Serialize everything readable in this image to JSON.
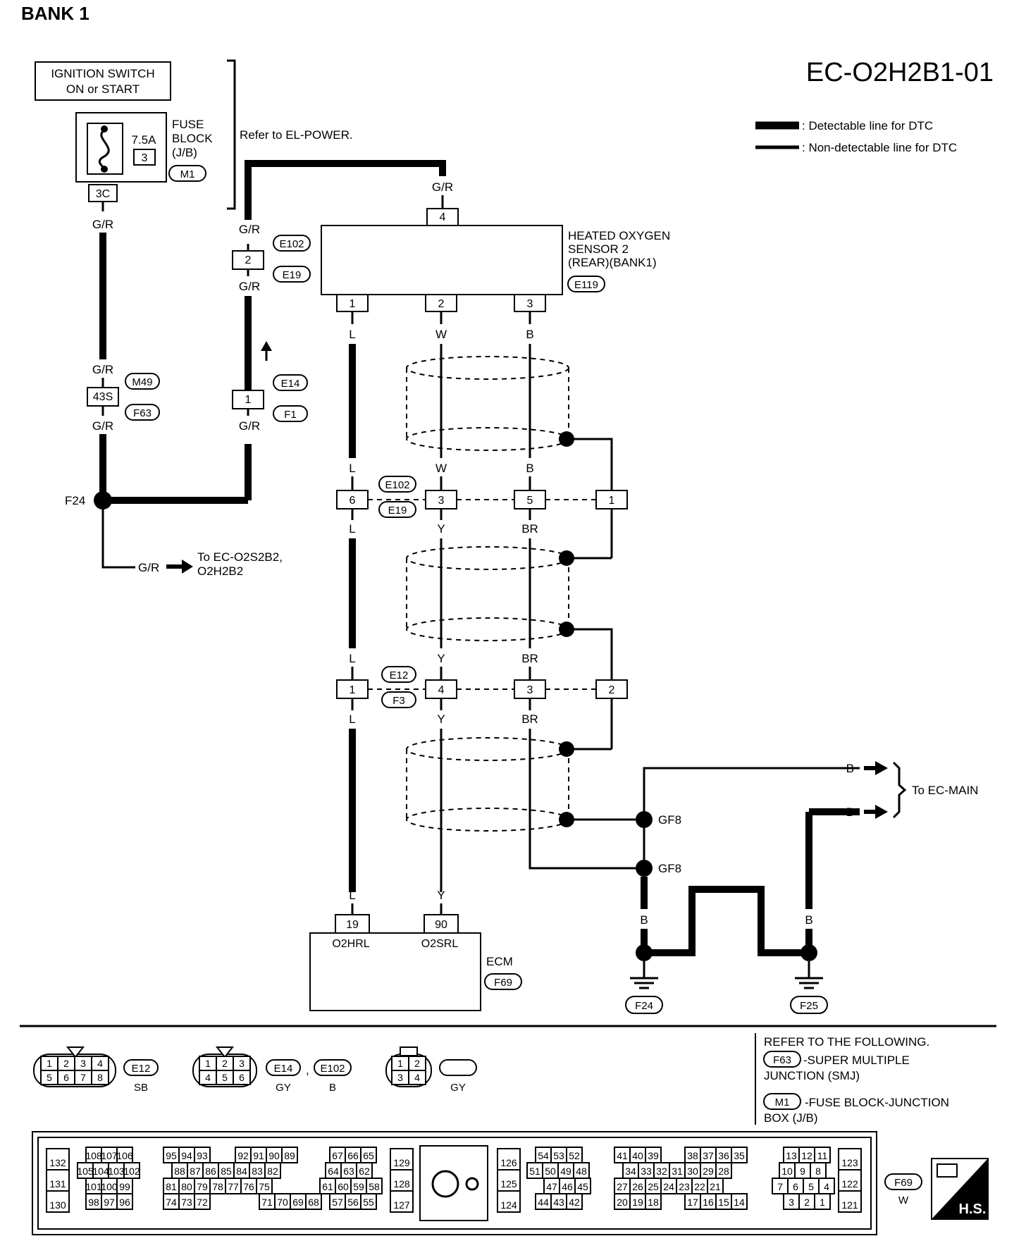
{
  "header": {
    "bank": "BANK 1",
    "code": "EC-O2H2B1-01"
  },
  "legend": {
    "detectable": ": Detectable line for DTC",
    "non_detectable": ": Non-detectable line for DTC"
  },
  "power": {
    "ign_line1": "IGNITION SWITCH",
    "ign_line2": "ON or START",
    "fuse_amp": "7.5A",
    "fuse_num": "3",
    "fuse_block_1": "FUSE",
    "fuse_block_2": "BLOCK",
    "fuse_block_3": "(J/B)",
    "fuse_conn": "M1",
    "terminal": "3C",
    "refer": "Refer to EL-POWER."
  },
  "wires": {
    "gr": "G/R",
    "l": "L",
    "w": "W",
    "b": "B",
    "y": "Y",
    "br": "BR"
  },
  "sensor": {
    "line1": "HEATED OXYGEN",
    "line2": "SENSOR 2",
    "line3": "(REAR)(BANK1)",
    "conn": "E119",
    "top_pin": "4",
    "pin1": "1",
    "pin2": "2",
    "pin3": "3"
  },
  "connectors": {
    "e102": "E102",
    "e19": "E19",
    "e14": "E14",
    "f1": "F1",
    "m49": "M49",
    "f63": "F63",
    "e12": "E12",
    "f3": "F3",
    "f24": "F24",
    "f25": "F25",
    "f69": "F69",
    "gf8": "GF8",
    "pin_2": "2",
    "pin_1": "1",
    "pin_43s": "43S",
    "j1_a": "6",
    "j1_b": "3",
    "j1_c": "5",
    "j1_d": "1",
    "j2_a": "1",
    "j2_b": "4",
    "j2_c": "3",
    "j2_d": "2"
  },
  "splice": {
    "f24": "F24",
    "to_line1": "To EC-O2S2B2,",
    "to_line2": "O2H2B2"
  },
  "ecm": {
    "label": "ECM",
    "pin19": "19",
    "pin90": "90",
    "o2hrl": "O2HRL",
    "o2srl": "O2SRL"
  },
  "ground": {
    "gf8_a": "GF8",
    "gf8_b": "GF8",
    "to_main": "To EC-MAIN"
  },
  "bottom": {
    "e12_color": "SB",
    "e14_color": "GY",
    "e102_color": "B",
    "e119_color": "GY",
    "comma": ",",
    "refer_title": "REFER TO THE FOLLOWING.",
    "refer_f63": "-SUPER MULTIPLE",
    "refer_f63_2": "JUNCTION (SMJ)",
    "refer_m1": "-FUSE BLOCK-JUNCTION",
    "refer_m1_2": "BOX (J/B)",
    "f69_color": "W",
    "hs": "H.S."
  },
  "e12_pins": [
    [
      "1",
      "2",
      "3",
      "4"
    ],
    [
      "5",
      "6",
      "7",
      "8"
    ]
  ],
  "e14_pins": [
    [
      "1",
      "2",
      "3"
    ],
    [
      "4",
      "5",
      "6"
    ]
  ],
  "e119_pins": [
    [
      "1",
      "2"
    ],
    [
      "3",
      "4"
    ]
  ],
  "ecm_blocks": [
    {
      "rows": [
        [
          "132"
        ],
        [
          "131"
        ],
        [
          "130"
        ]
      ]
    },
    {
      "rows": [
        [
          "108",
          "107",
          "106"
        ],
        [
          "105",
          "104",
          "103",
          "102"
        ],
        [
          "101",
          "100",
          "99"
        ],
        [
          "98",
          "97",
          "96"
        ]
      ]
    },
    {
      "rows": [
        [
          "95",
          "94",
          "93"
        ],
        [
          "88",
          "87",
          "86",
          "85",
          "84",
          "83",
          "82"
        ],
        [
          "81",
          "80",
          "79",
          "78",
          "77",
          "76",
          "75"
        ],
        [
          "74",
          "73",
          "72"
        ]
      ]
    },
    {
      "rows": [
        [
          "92",
          "91",
          "90",
          "89"
        ],
        [],
        [],
        [
          "71",
          "70",
          "69",
          "68"
        ]
      ]
    },
    {
      "rows": [
        [
          "67",
          "66",
          "65"
        ],
        [
          "64",
          "63",
          "62"
        ],
        [
          "61",
          "60",
          "59",
          "58"
        ],
        [
          "57",
          "56",
          "55"
        ]
      ]
    },
    {
      "rows": [
        [
          "129"
        ],
        [
          "128"
        ],
        [
          "127"
        ]
      ]
    },
    {
      "rows": [
        [
          "126"
        ],
        [
          "125"
        ],
        [
          "124"
        ]
      ]
    },
    {
      "rows": [
        [
          "54",
          "53",
          "52"
        ],
        [
          "51",
          "50",
          "49",
          "48"
        ],
        [
          "47",
          "46",
          "45"
        ],
        [
          "44",
          "43",
          "42"
        ]
      ]
    },
    {
      "rows": [
        [
          "41",
          "40",
          "39"
        ],
        [
          "34",
          "33",
          "32",
          "31",
          "30",
          "29",
          "28"
        ],
        [
          "27",
          "26",
          "25",
          "24",
          "23",
          "22",
          "21"
        ],
        [
          "20",
          "19",
          "18"
        ]
      ]
    },
    {
      "rows": [
        [
          "38",
          "37",
          "36",
          "35"
        ],
        [],
        [],
        [
          "17",
          "16",
          "15",
          "14"
        ]
      ]
    },
    {
      "rows": [
        [
          "13",
          "12",
          "11"
        ],
        [
          "10",
          "9",
          "8"
        ],
        [
          "7",
          "6",
          "5",
          "4"
        ],
        [
          "3",
          "2",
          "1"
        ]
      ]
    },
    {
      "rows": [
        [
          "123"
        ],
        [
          "122"
        ],
        [
          "121"
        ]
      ]
    }
  ]
}
